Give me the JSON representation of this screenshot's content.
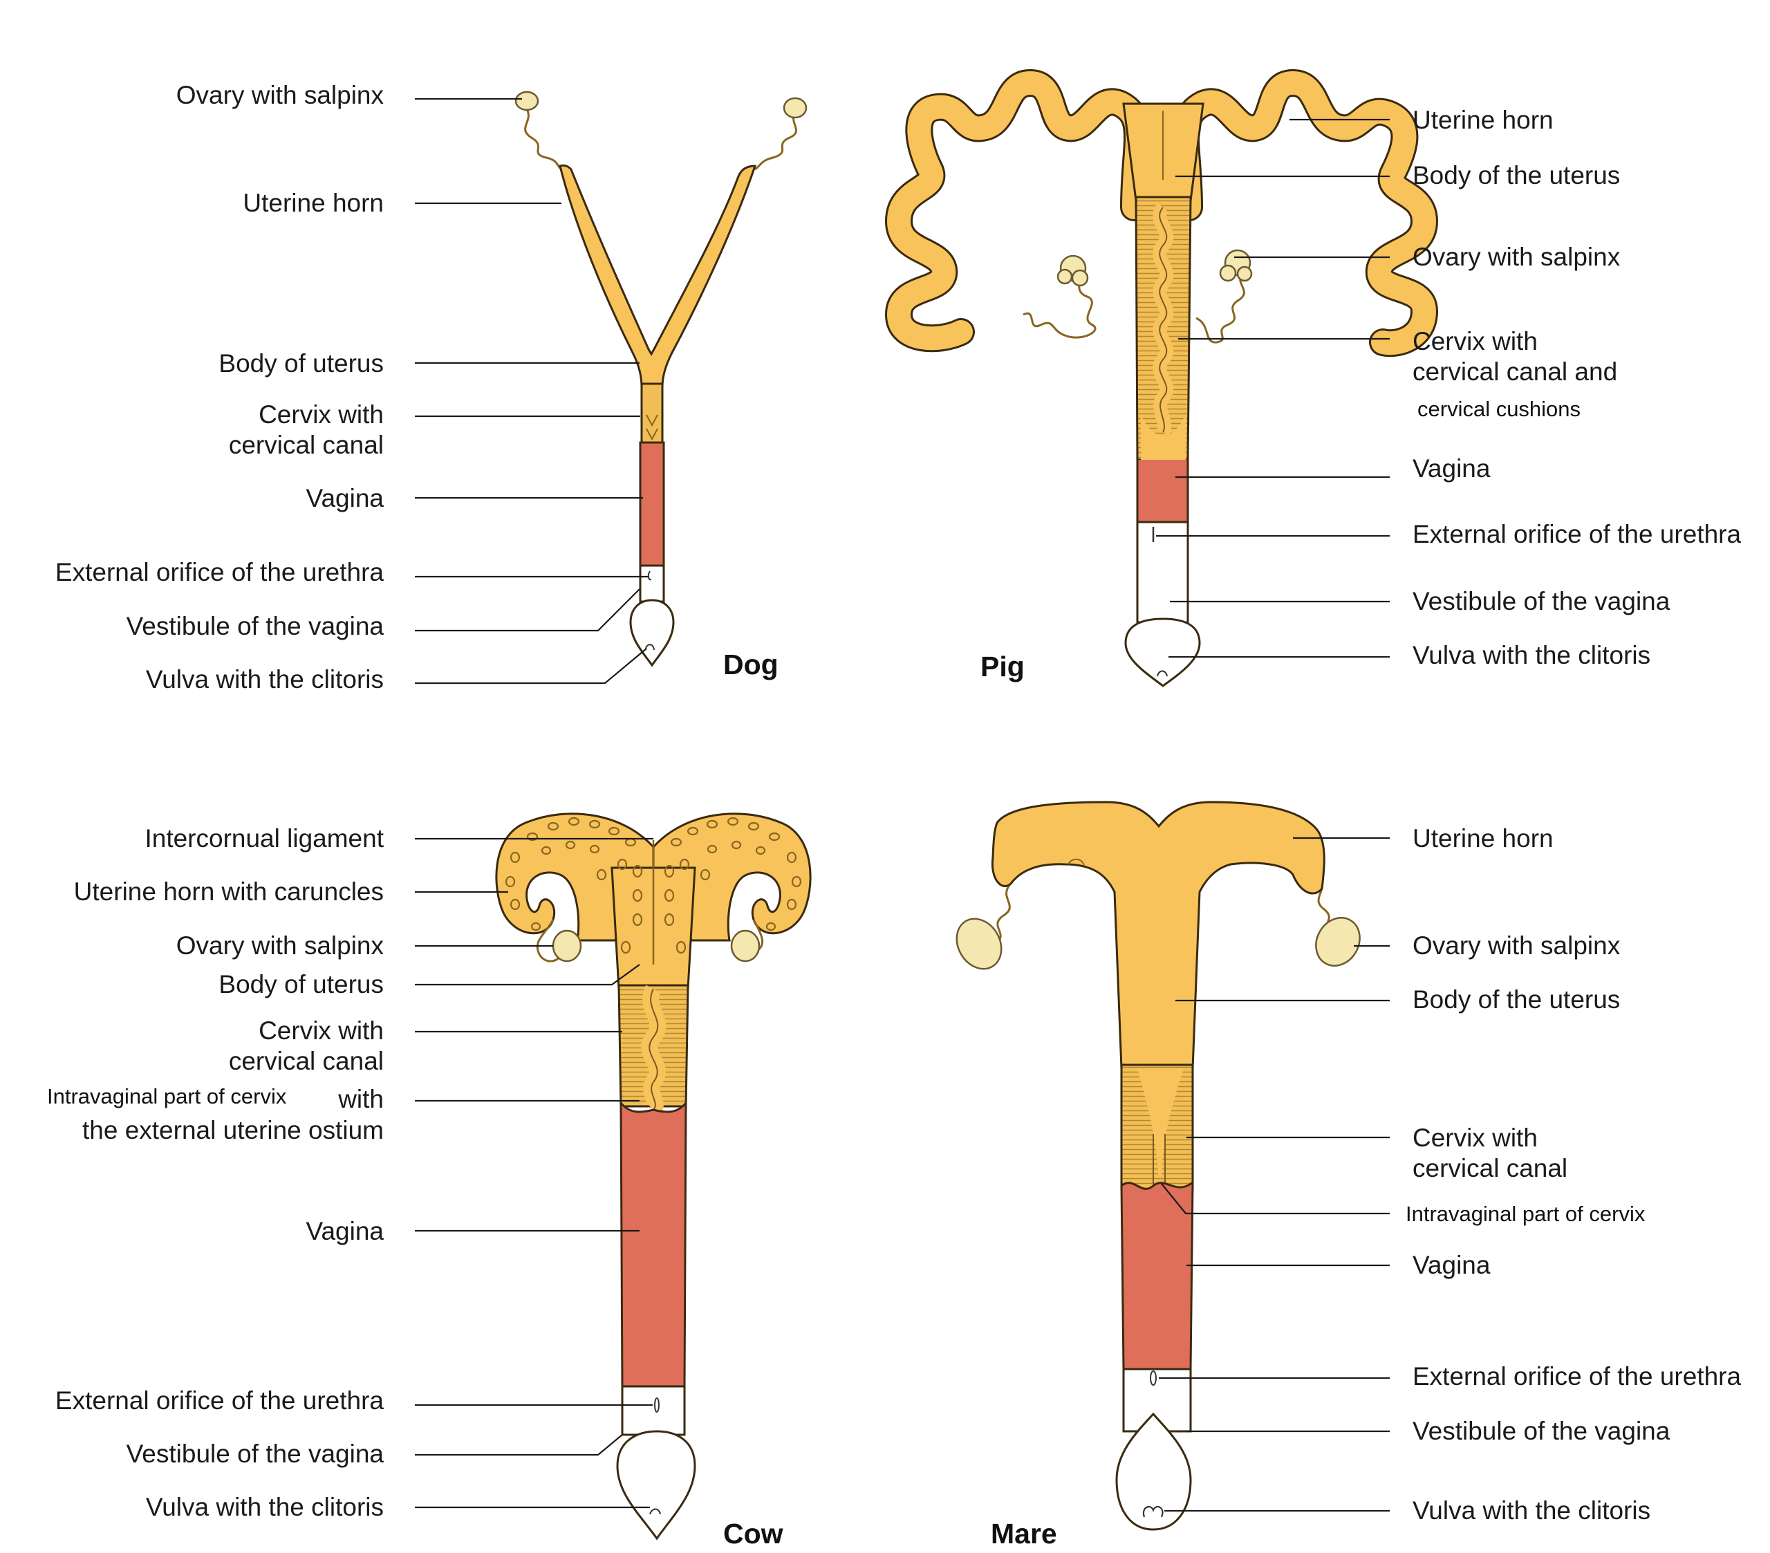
{
  "dog": {
    "species": "Dog",
    "labels": {
      "ovary": "Ovary with salpinx",
      "horn": "Uterine horn",
      "body": "Body of uterus",
      "cervix_1": "Cervix with",
      "cervix_2": "cervical canal",
      "vagina": "Vagina",
      "urethra": "External orifice of the urethra",
      "vestibule": "Vestibule of the vagina",
      "vulva": "Vulva with the clitoris"
    }
  },
  "pig": {
    "species": "Pig",
    "labels": {
      "horn": "Uterine horn",
      "body": "Body of the uterus",
      "ovary": "Ovary with salpinx",
      "cervix_1": "Cervix with",
      "cervix_2": "cervical canal and",
      "cervix_3": "cervical cushions",
      "vagina": "Vagina",
      "urethra": "External orifice of the urethra",
      "vestibule": "Vestibule of the vagina",
      "vulva": "Vulva with the clitoris"
    }
  },
  "cow": {
    "species": "Cow",
    "labels": {
      "ligament": "Intercornual ligament",
      "horn": "Uterine horn with caruncles",
      "ovary": "Ovary with salpinx",
      "body": "Body of uterus",
      "cervix_1": "Cervix with",
      "cervix_2": "cervical canal",
      "intravaginal_1": "Intravaginal part of cervix",
      "intravaginal_with": "with",
      "intravaginal_2": "the external uterine ostium",
      "vagina": "Vagina",
      "urethra": "External orifice of the urethra",
      "vestibule": "Vestibule of the vagina",
      "vulva": "Vulva with the clitoris"
    }
  },
  "mare": {
    "species": "Mare",
    "labels": {
      "horn": "Uterine horn",
      "ovary": "Ovary with salpinx",
      "body": "Body of the uterus",
      "cervix_1": "Cervix with",
      "cervix_2": "cervical canal",
      "intravaginal": "Intravaginal part of cervix",
      "vagina": "Vagina",
      "urethra": "External orifice of the urethra",
      "vestibule": "Vestibule of the vagina",
      "vulva": "Vulva with the clitoris"
    }
  },
  "colors": {
    "uterus": "#f8c35a",
    "vagina": "#df6f5a",
    "ovary": "#f5e7b0",
    "outline": "#3a2a10"
  }
}
